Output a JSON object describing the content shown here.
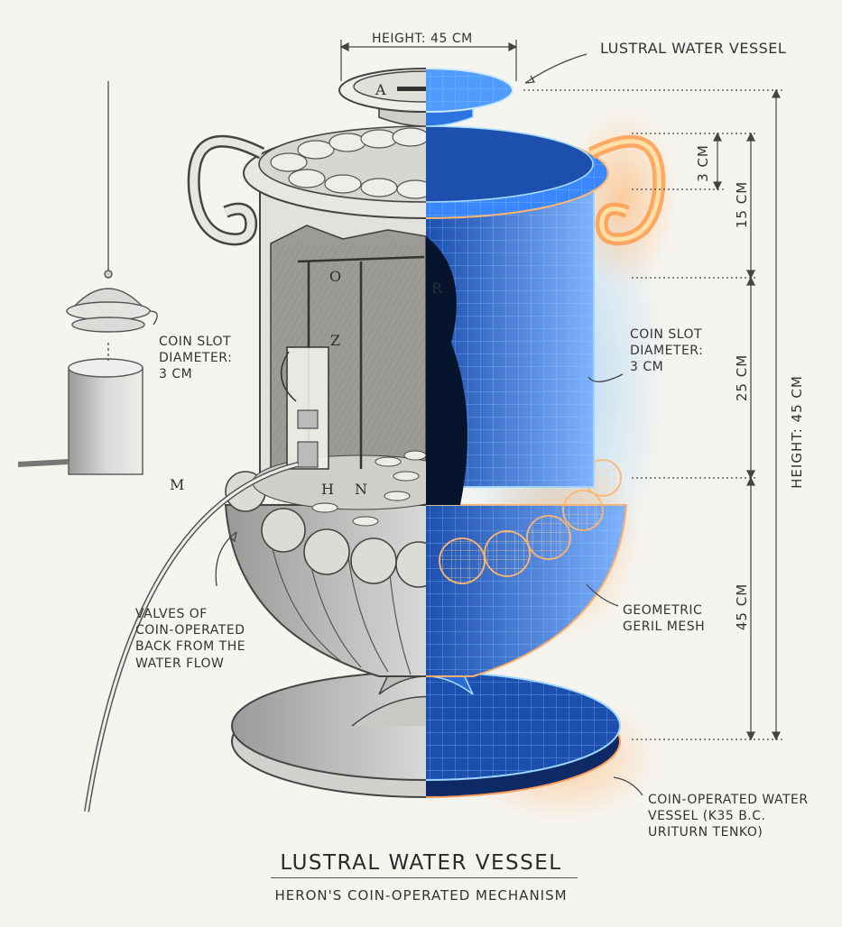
{
  "title": "LUSTRAL WATER VESSEL",
  "subtitle": "HERON'S COIN-OPERATED MECHANISM",
  "labels": {
    "top_right": "LUSTRAL WATER VESSEL",
    "height_top": "HEIGHT: 45 CM",
    "coin_slot_left": [
      "COIN SLOT",
      "DIAMETER:",
      "3 CM"
    ],
    "coin_slot_right": [
      "COIN SLOT",
      "DIAMETER:",
      "3 CM"
    ],
    "valves": [
      "VALVES OF",
      "COIN-OPERATED",
      "BACK FROM THE",
      "WATER FLOW"
    ],
    "mesh": [
      "GEOMETRIC",
      "GERIL MESH"
    ],
    "vessel_note": [
      "COIN-OPERATED WATER",
      "VESSEL (K35 B.C.",
      "URITURN TENKO)"
    ]
  },
  "dimensions": {
    "d1": "3 CM",
    "d2": "15 CM",
    "d3": "25 CM",
    "d4": "45 CM",
    "overall": "HEIGHT: 45 CM"
  },
  "letters": {
    "a": "A",
    "o": "O",
    "r": "R",
    "z": "Z",
    "h": "H",
    "n": "N",
    "m": "M"
  }
}
